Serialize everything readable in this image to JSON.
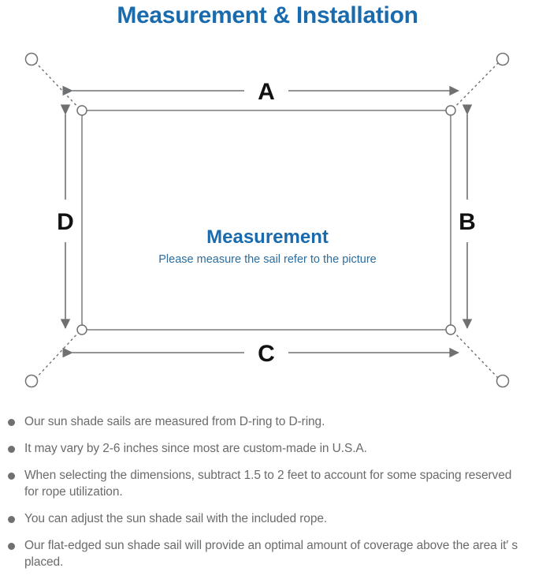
{
  "header": {
    "title": "Measurement & Installation",
    "title_color": "#1a6bae"
  },
  "diagram": {
    "name": "shade-sail-measurement-diagram",
    "center_title": "Measurement",
    "center_subtitle": "Please measure the sail refer to the picture",
    "center_title_color": "#1a6bae",
    "center_subtitle_color": "#2c6d9e",
    "line_color": "#6f7072",
    "dimension_labels": {
      "top": "A",
      "right": "B",
      "bottom": "C",
      "left": "D"
    },
    "corner_rings": [
      {
        "name": "d-ring-top-left"
      },
      {
        "name": "d-ring-top-right"
      },
      {
        "name": "d-ring-bottom-right"
      },
      {
        "name": "d-ring-bottom-left"
      }
    ],
    "anchor_points": [
      {
        "name": "anchor-point-top-left"
      },
      {
        "name": "anchor-point-top-right"
      },
      {
        "name": "anchor-point-bottom-right"
      },
      {
        "name": "anchor-point-bottom-left"
      }
    ]
  },
  "notes": [
    "Our sun shade sails are measured from D-ring to D-ring.",
    "It may vary by 2-6 inches since most are custom-made in U.S.A.",
    "When selecting the dimensions, subtract 1.5 to 2 feet to account for some spacing reserved for rope utilization.",
    "You can adjust the sun shade sail with the included rope.",
    "Our flat-edged sun shade sail will provide an optimal amount of coverage above the area it′ s placed."
  ]
}
